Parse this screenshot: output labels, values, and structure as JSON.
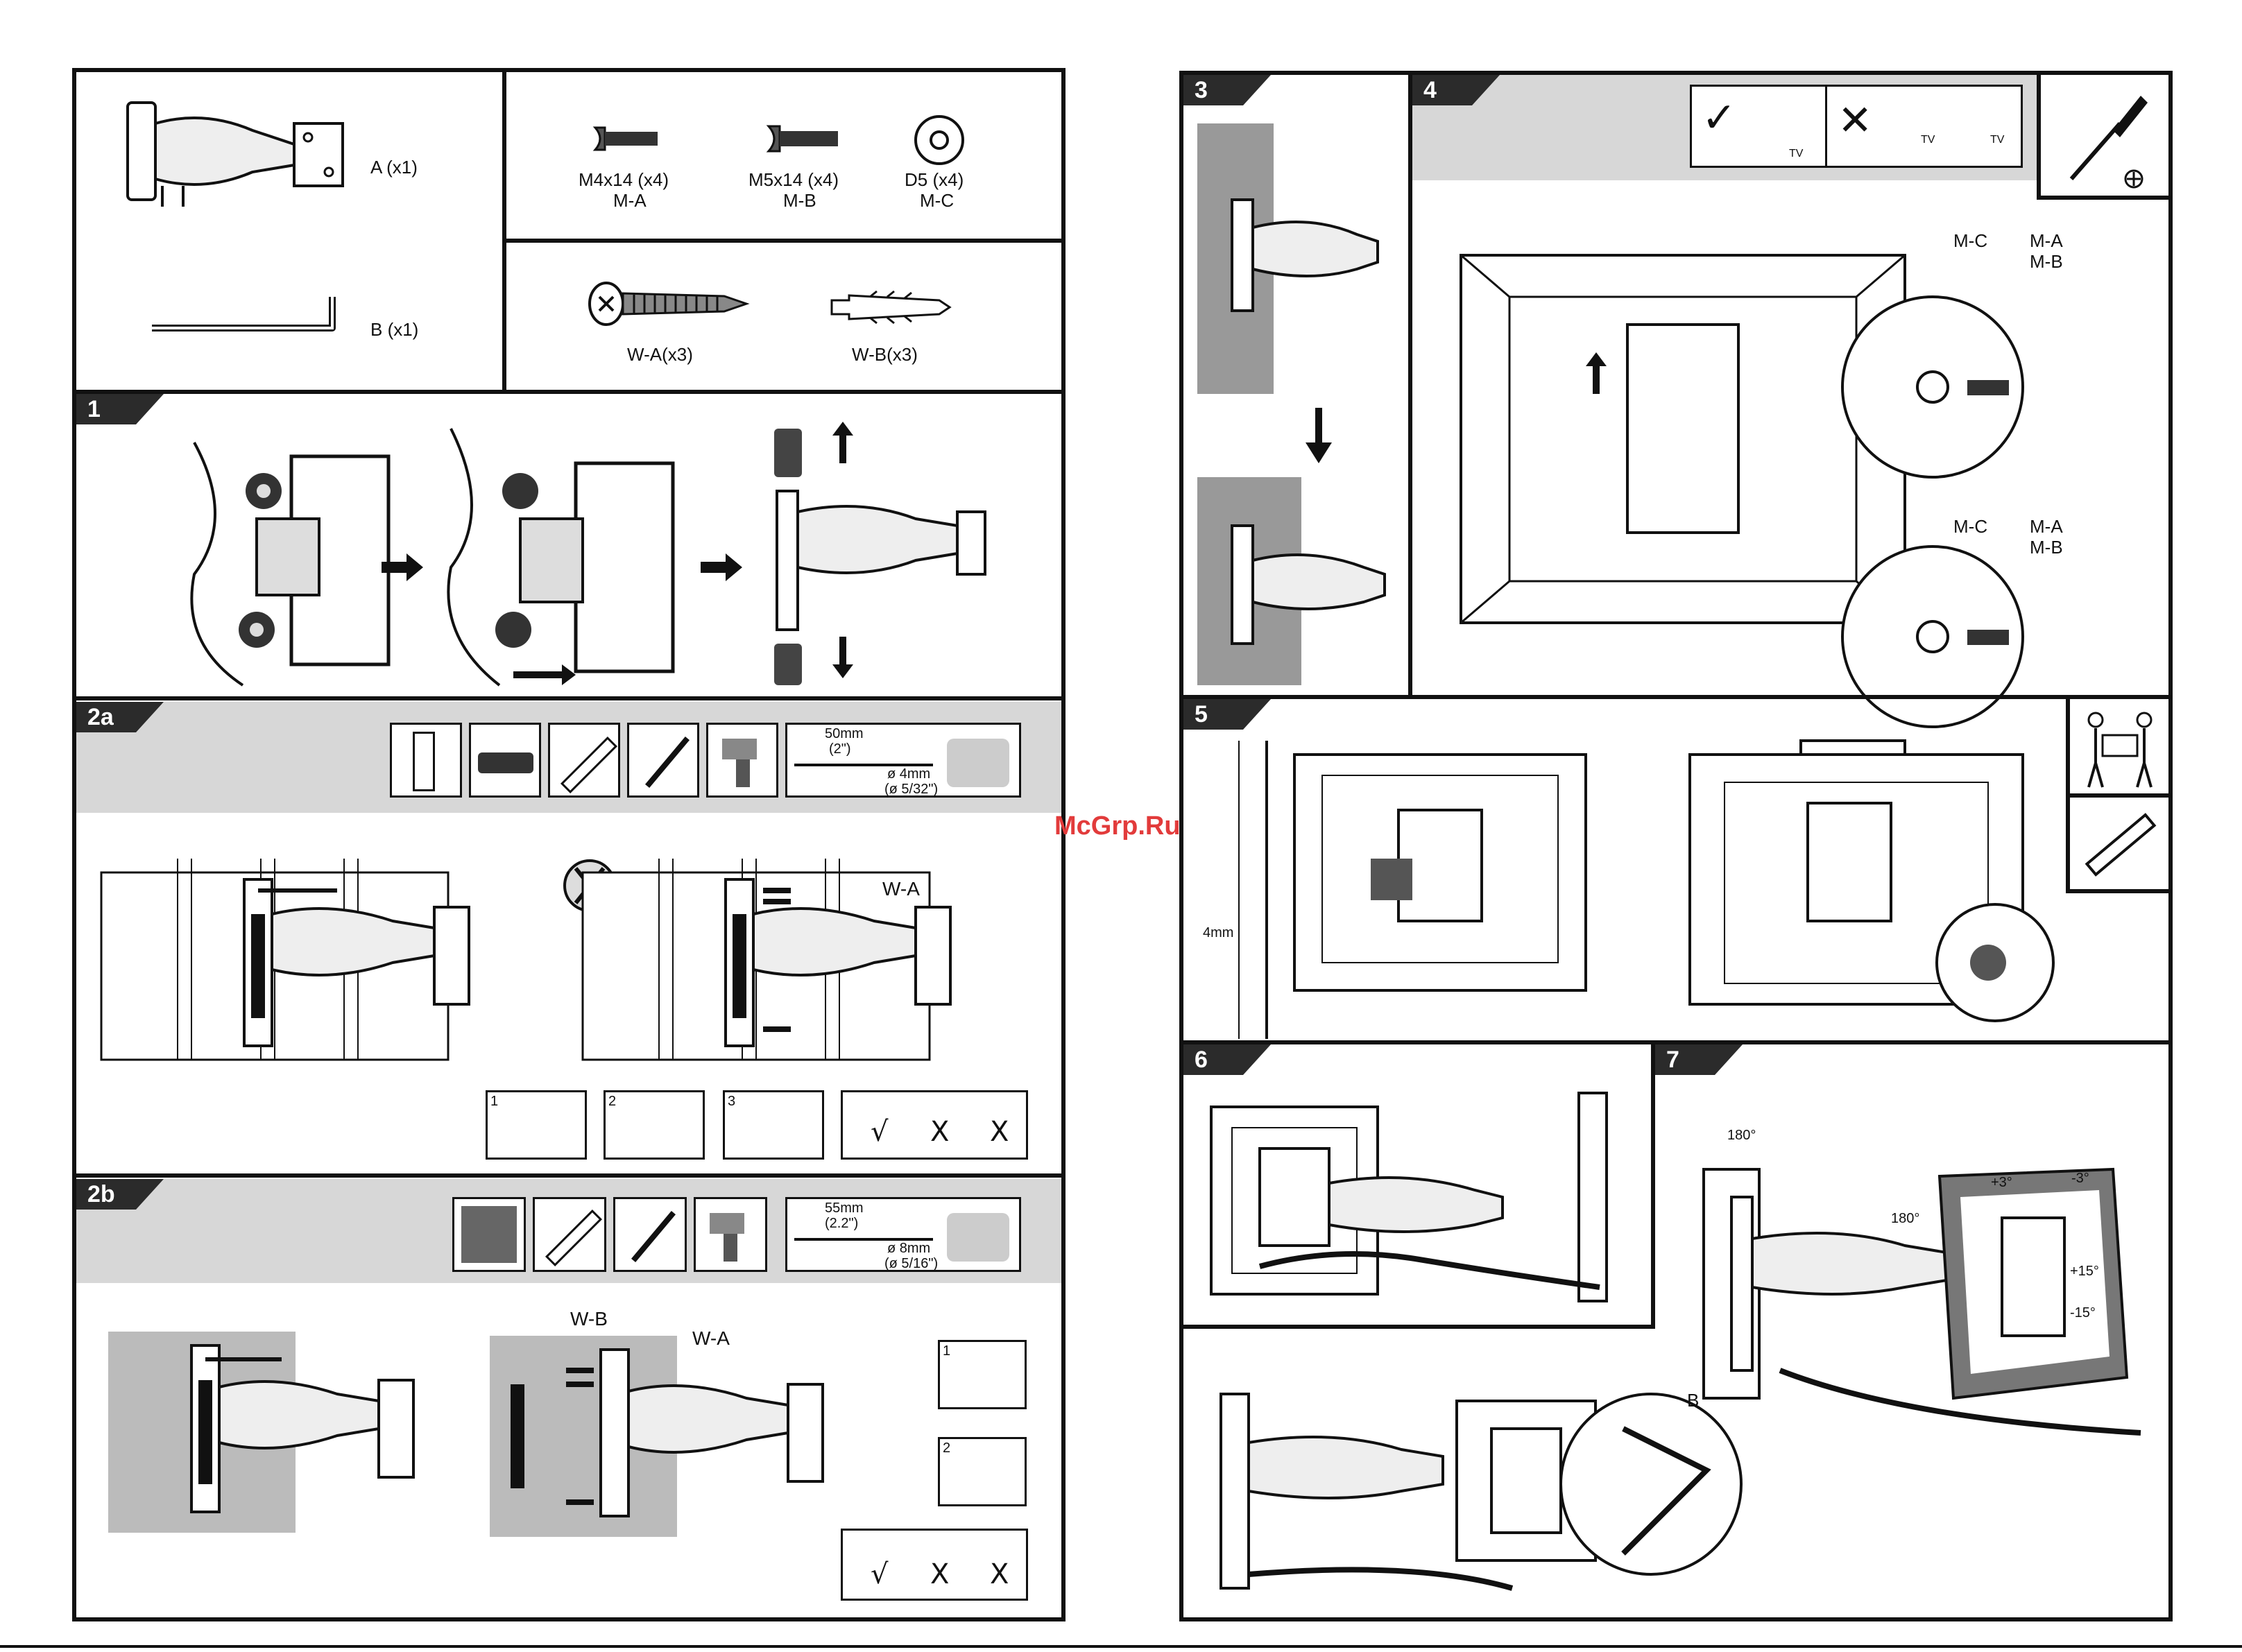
{
  "watermark": "McGrp.Ru",
  "parts": {
    "a": "A (x1)",
    "b": "B (x1)",
    "ma_size": "M4x14 (x4)",
    "ma_code": "M-A",
    "mb_size": "M5x14 (x4)",
    "mb_code": "M-B",
    "mc_size": "D5 (x4)",
    "mc_code": "M-C",
    "wa": "W-A(x3)",
    "wb": "W-B(x3)"
  },
  "steps": {
    "s1": "1",
    "s2a": "2a",
    "s2b": "2b",
    "s3": "3",
    "s4": "4",
    "s5": "5",
    "s6": "6",
    "s7": "7"
  },
  "step2a": {
    "dim_mm": "50mm",
    "dim_in": "(2\")",
    "drill_mm": "ø 4mm",
    "drill_in": "(ø 5/32\")",
    "wa_label": "W-A",
    "sub1": "1",
    "sub2": "2",
    "sub3": "3",
    "ok": "√",
    "x1": "X",
    "x2": "X"
  },
  "step2b": {
    "dim_mm": "55mm",
    "dim_in": "(2.2\")",
    "drill_mm": "ø 8mm",
    "drill_in": "(ø 5/16\")",
    "wb_label": "W-B",
    "wa_label": "W-A",
    "sub1": "1",
    "sub2": "2",
    "ok": "√",
    "x1": "X",
    "x2": "X"
  },
  "step4": {
    "mc1": "M-C",
    "ma1": "M-A",
    "mb1": "M-B",
    "mc2": "M-C",
    "ma2": "M-A",
    "mb2": "M-B",
    "tv1": "TV",
    "tv2": "TV",
    "tv3": "TV"
  },
  "step5": {
    "gap": "4mm"
  },
  "step7": {
    "rot1": "180°",
    "rot2": "180°",
    "tilt_up": "+3°",
    "tilt_down": "-3°",
    "swivel_up": "+15°",
    "swivel_down": "-15°",
    "b_label": "B"
  },
  "colors": {
    "ink": "#111111",
    "tag_bg": "#2b2b2b",
    "band": "#d7d7d7",
    "wall": "#9a9a9a",
    "watermark": "#e23b3b"
  }
}
